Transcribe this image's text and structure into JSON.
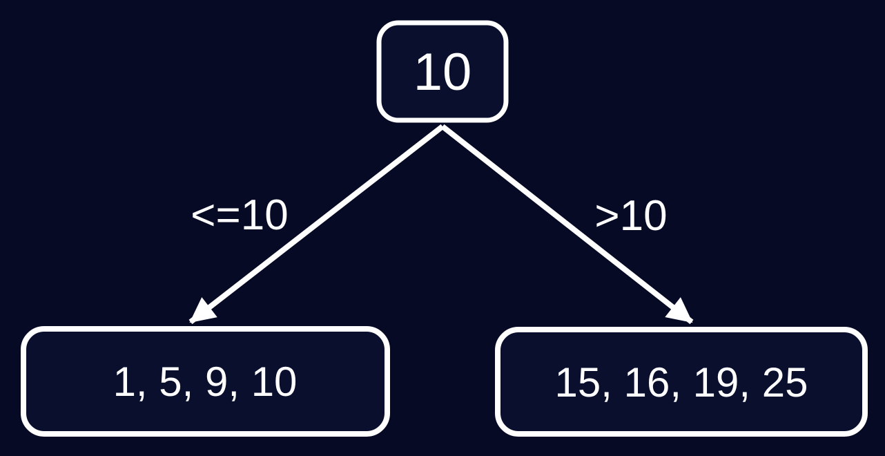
{
  "diagram": {
    "type": "binary-split-tree",
    "colors": {
      "background": "#060a25",
      "node_fill": "#0a0f2d",
      "stroke": "#ffffff",
      "text": "#ffffff"
    },
    "root_node": {
      "label": "10"
    },
    "edges": [
      {
        "label": "<=10",
        "from": "root",
        "to": "left-leaf"
      },
      {
        "label": ">10",
        "from": "root",
        "to": "right-leaf"
      }
    ],
    "leaf_nodes": [
      {
        "label": "1, 5, 9, 10"
      },
      {
        "label": "15, 16, 19, 25"
      }
    ]
  }
}
